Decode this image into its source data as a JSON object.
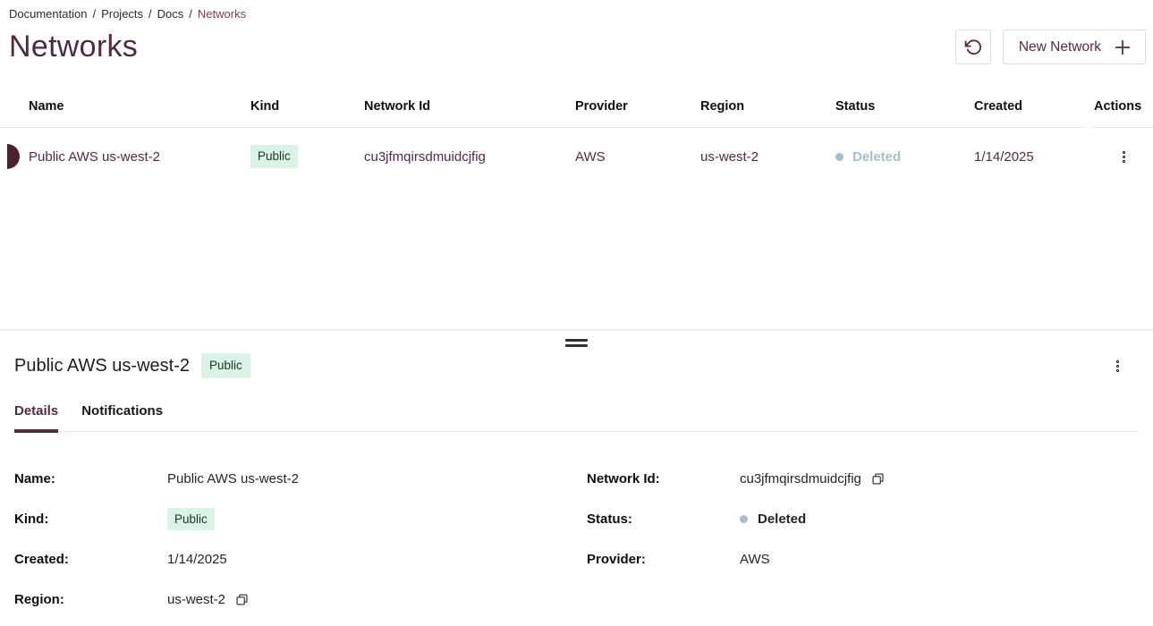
{
  "breadcrumb": {
    "separator": "/",
    "items": [
      "Documentation",
      "Projects",
      "Docs"
    ],
    "current": "Networks"
  },
  "page": {
    "title": "Networks"
  },
  "toolbar": {
    "new_network_label": "New Network"
  },
  "table": {
    "columns": [
      "Name",
      "Kind",
      "Network Id",
      "Provider",
      "Region",
      "Status",
      "Created",
      "Actions"
    ],
    "rows": [
      {
        "name": "Public AWS us-west-2",
        "kind": "Public",
        "network_id": "cu3jfmqirsdmuidcjfig",
        "provider": "AWS",
        "region": "us-west-2",
        "status": "Deleted",
        "created": "1/14/2025",
        "selected": true
      }
    ]
  },
  "panel": {
    "title": "Public AWS us-west-2",
    "badge": "Public",
    "tabs": {
      "details": "Details",
      "notifications": "Notifications",
      "active_tab": "Details"
    },
    "details": {
      "name_label": "Name:",
      "name_value": "Public AWS us-west-2",
      "kind_label": "Kind:",
      "kind_value": "Public",
      "created_label": "Created:",
      "created_value": "1/14/2025",
      "region_label": "Region:",
      "region_value": "us-west-2",
      "network_id_label": "Network Id:",
      "network_id_value": "cu3jfmqirsdmuidcjfig",
      "status_label": "Status:",
      "status_value": "Deleted",
      "provider_label": "Provider:",
      "provider_value": "AWS"
    }
  },
  "icons": {
    "refresh": "rotate-ccw-arrow",
    "plus": "plus",
    "copy": "copy-sheets",
    "row_actions": "vertical-kebab-dots",
    "drag_handle": "double-bar-handle",
    "status_dot": "filled-circle"
  },
  "colors": {
    "accent": "#532b3f",
    "title": "#4f2b3d",
    "breadcrumb_current": "#7d4055",
    "row_indicator": "#4a222f",
    "badge_bg": "#d9f4e6",
    "badge_text": "#1c332a",
    "status_muted": "#a9bdca",
    "border": "#e4e7ea",
    "panel_divider": "#edf0f2"
  }
}
